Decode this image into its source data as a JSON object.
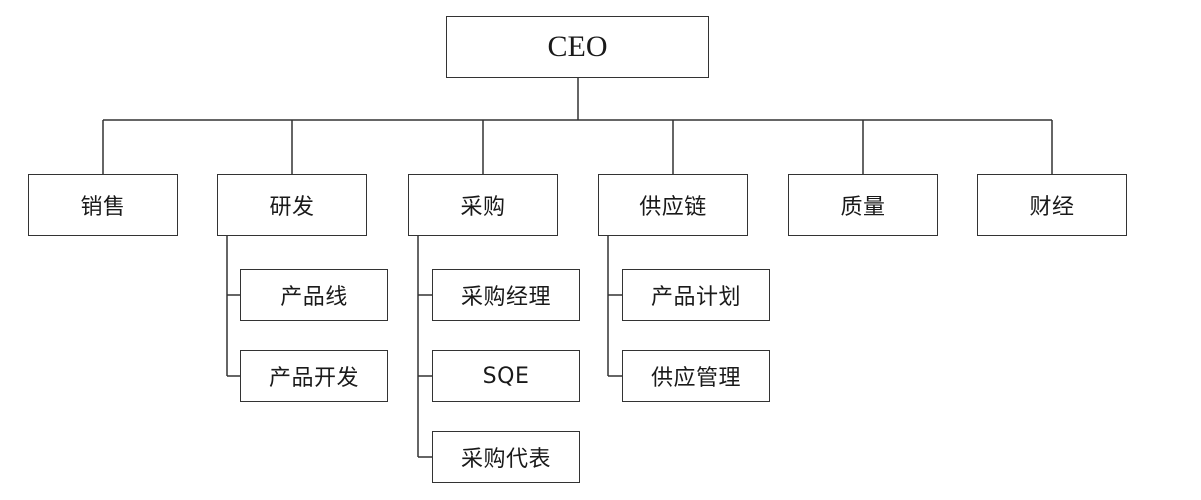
{
  "root": {
    "label": "CEO"
  },
  "departments": [
    {
      "label": "销售",
      "subunits": []
    },
    {
      "label": "研发",
      "subunits": [
        "产品线",
        "产品开发"
      ]
    },
    {
      "label": "采购",
      "subunits": [
        "采购经理",
        "SQE",
        "采购代表"
      ]
    },
    {
      "label": "供应链",
      "subunits": [
        "产品计划",
        "供应管理"
      ]
    },
    {
      "label": "质量",
      "subunits": []
    },
    {
      "label": "财经",
      "subunits": []
    }
  ]
}
